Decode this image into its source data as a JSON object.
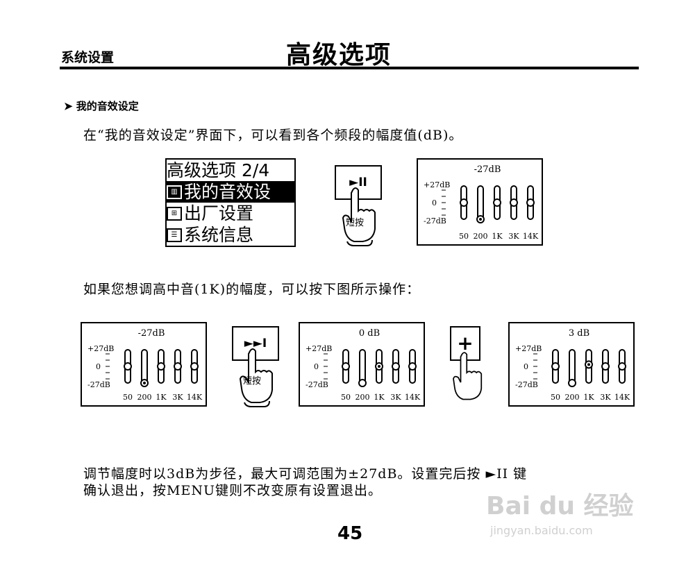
{
  "header": {
    "left": "系统设置",
    "title": "高级选项"
  },
  "section_title": "我的音效设定",
  "intro": "在“我的音效设定”界面下，可以看到各个频段的幅度值(dB)。",
  "menu_screen": {
    "title": "高级选项 2/4",
    "items": [
      {
        "label": "我的音效设",
        "selected": true,
        "icon": "equalizer-icon"
      },
      {
        "label": "出厂设置",
        "selected": false,
        "icon": "factory-reset-icon"
      },
      {
        "label": "系统信息",
        "selected": false,
        "icon": "system-info-icon"
      }
    ]
  },
  "press_label": "短按",
  "keys": {
    "play_pause": "►II",
    "next": "►►I",
    "plus": "+"
  },
  "instruction": "如果您想调高中音(1K)的幅度，可以按下图所示操作：",
  "eq_common": {
    "top_label": "+27dB",
    "mid_label": "0",
    "bottom_label": "-27dB",
    "bands": [
      "50",
      "200",
      "1K",
      "3K",
      "14K"
    ]
  },
  "eq_screens": [
    {
      "id": "eq-screen-1",
      "value_label": "-27dB",
      "selected_band": 1,
      "levels": [
        0,
        -27,
        0,
        0,
        0
      ]
    },
    {
      "id": "eq-screen-2",
      "value_label": "-27dB",
      "selected_band": 1,
      "levels": [
        0,
        -27,
        0,
        0,
        0
      ]
    },
    {
      "id": "eq-screen-3",
      "value_label": "0 dB",
      "selected_band": 2,
      "levels": [
        0,
        -27,
        0,
        0,
        0
      ]
    },
    {
      "id": "eq-screen-4",
      "value_label": "3 dB",
      "selected_band": 2,
      "levels": [
        0,
        -27,
        3,
        0,
        0
      ]
    }
  ],
  "note_line1": "调节幅度时以3dB为步径，最大可调范围为±27dB。设置完后按 ►II 键",
  "note_line2": "确认退出，按MENU键则不改变原有设置退出。",
  "page_number": "45",
  "watermark": {
    "logo": "Bai du 经验",
    "url": "jingyan.baidu.com"
  }
}
